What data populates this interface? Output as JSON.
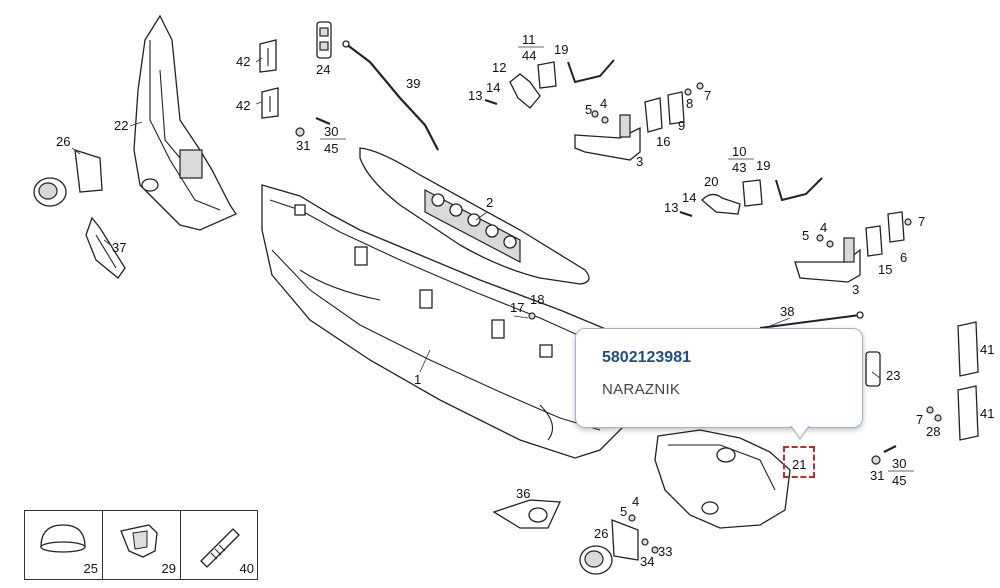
{
  "popup": {
    "part_number": "5802123981",
    "description": "NARAZNIK"
  },
  "highlight_callout": "21",
  "callouts": {
    "c1": "1",
    "c2": "2",
    "c3a": "3",
    "c3b": "3",
    "c4a": "4",
    "c4b": "4",
    "c4c": "4",
    "c5a": "5",
    "c5b": "5",
    "c5c": "5",
    "c6": "6",
    "c7a": "7",
    "c7b": "7",
    "c7c": "7",
    "c8": "8",
    "c9": "9",
    "c12": "12",
    "c13a": "13",
    "c13b": "13",
    "c14a": "14",
    "c14b": "14",
    "c15": "15",
    "c16": "16",
    "c17": "17",
    "c18": "18",
    "c19a": "19",
    "c19b": "19",
    "c20": "20",
    "c22": "22",
    "c23": "23",
    "c24": "24",
    "c26a": "26",
    "c26b": "26",
    "c28": "28",
    "c31a": "31",
    "c31b": "31",
    "c33": "33",
    "c34": "34",
    "c36": "36",
    "c37": "37",
    "c38": "38",
    "c39": "39",
    "c41a": "41",
    "c41b": "41",
    "c42a": "42",
    "c42b": "42"
  },
  "fractions": {
    "f1": {
      "num": "11",
      "den": "44"
    },
    "f2": {
      "num": "30",
      "den": "45"
    },
    "f3": {
      "num": "10",
      "den": "43"
    },
    "f4": {
      "num": "30",
      "den": "45"
    }
  },
  "legend": [
    {
      "num": "25",
      "icon": "dome-cap-icon"
    },
    {
      "num": "29",
      "icon": "clip-icon"
    },
    {
      "num": "40",
      "icon": "plug-icon"
    }
  ]
}
